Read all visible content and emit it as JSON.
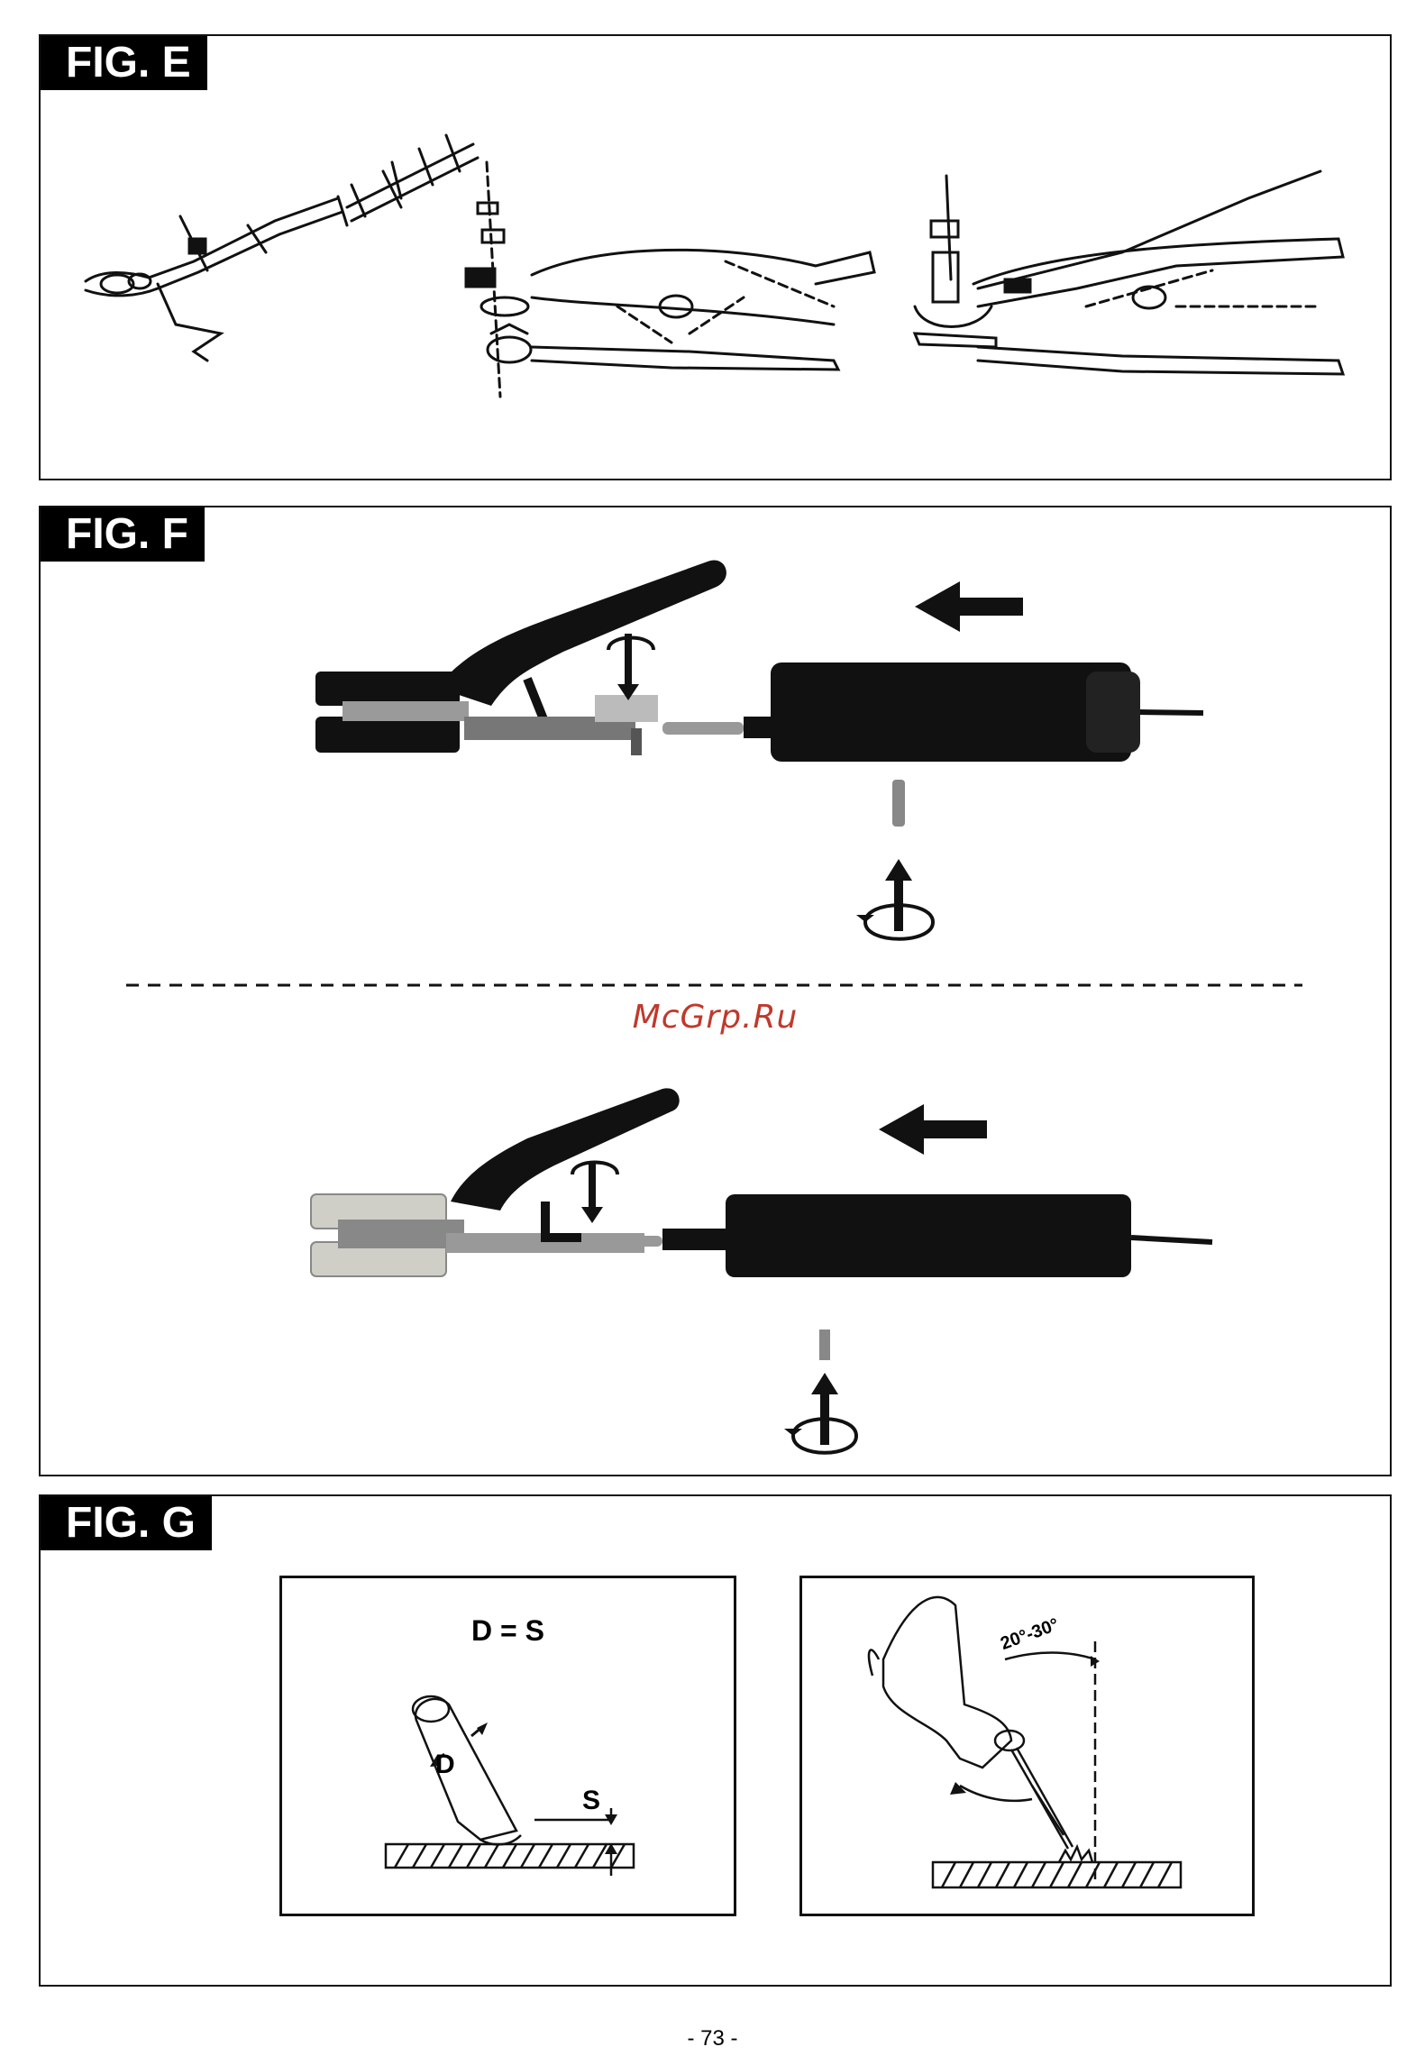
{
  "figures": {
    "e": {
      "label": "FIG. E"
    },
    "f": {
      "label": "FIG. F",
      "watermark": "McGrp.Ru"
    },
    "g": {
      "label": "FIG. G",
      "equation": "D = S",
      "label_d": "D",
      "label_s": "S",
      "angle_range": "20°-30°"
    }
  },
  "footer": {
    "page_number": "- 73 -"
  },
  "colors": {
    "watermark": "#c0392b",
    "label_bg": "#000000",
    "border": "#111111"
  },
  "icons": [
    "rotate-arrow-icon",
    "push-arrow-icon",
    "direction-arrow-icon"
  ]
}
